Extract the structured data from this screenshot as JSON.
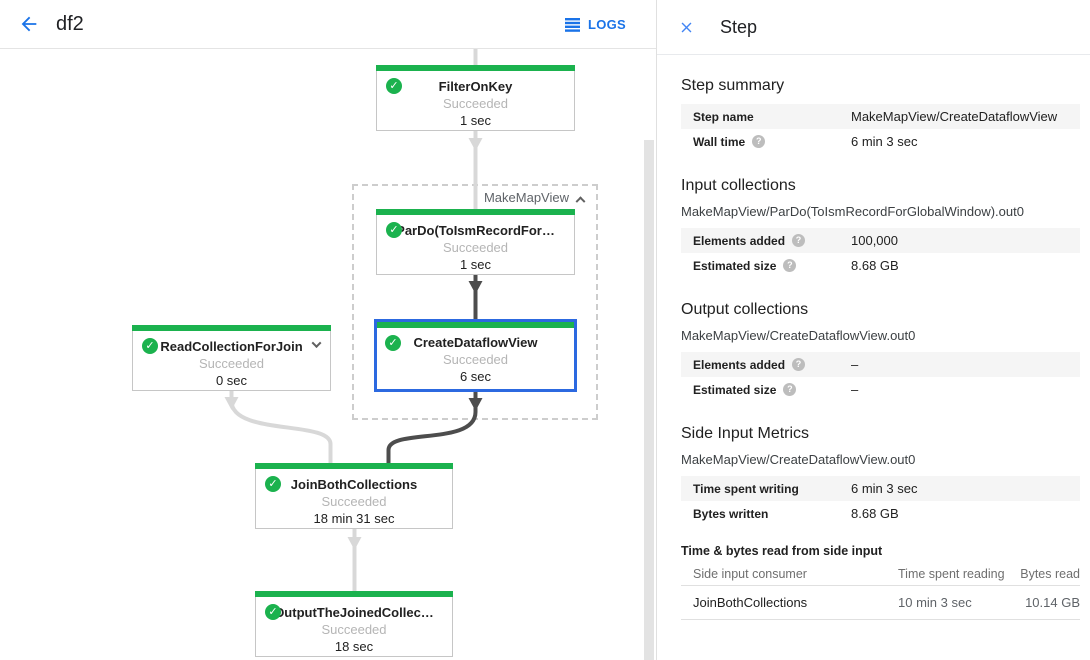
{
  "app": {
    "title": "df2",
    "logs_label": "LOGS"
  },
  "panel_header": {
    "title": "Step"
  },
  "graph": {
    "group": {
      "label": "MakeMapView"
    },
    "nodes": {
      "filter_on_key": {
        "title": "FilterOnKey",
        "status": "Succeeded",
        "time": "1 sec"
      },
      "pardo": {
        "title": "ParDo(ToIsmRecordFor…",
        "status": "Succeeded",
        "time": "1 sec"
      },
      "read_collection": {
        "title": "ReadCollectionForJoin",
        "status": "Succeeded",
        "time": "0 sec"
      },
      "create_dataflow_view": {
        "title": "CreateDataflowView",
        "status": "Succeeded",
        "time": "6 sec"
      },
      "join_both": {
        "title": "JoinBothCollections",
        "status": "Succeeded",
        "time": "18 min 31 sec"
      },
      "output_joined": {
        "title": "OutputTheJoinedCollec…",
        "status": "Succeeded",
        "time": "18 sec"
      }
    }
  },
  "details": {
    "step_summary": {
      "heading": "Step summary",
      "rows": [
        {
          "label": "Step name",
          "value": "MakeMapView/CreateDataflowView"
        },
        {
          "label": "Wall time",
          "value": "6 min 3 sec"
        }
      ]
    },
    "input_collections": {
      "heading": "Input collections",
      "subtitle": "MakeMapView/ParDo(ToIsmRecordForGlobalWindow).out0",
      "rows": [
        {
          "label": "Elements added",
          "value": "100,000"
        },
        {
          "label": "Estimated size",
          "value": "8.68 GB"
        }
      ]
    },
    "output_collections": {
      "heading": "Output collections",
      "subtitle": "MakeMapView/CreateDataflowView.out0",
      "rows": [
        {
          "label": "Elements added",
          "value": "–"
        },
        {
          "label": "Estimated size",
          "value": "–"
        }
      ]
    },
    "side_input_metrics": {
      "heading": "Side Input Metrics",
      "subtitle": "MakeMapView/CreateDataflowView.out0",
      "rows": [
        {
          "label": "Time spent writing",
          "value": "6 min 3 sec"
        },
        {
          "label": "Bytes written",
          "value": "8.68 GB"
        }
      ]
    },
    "side_input_table": {
      "heading": "Time & bytes read from side input",
      "columns": [
        "Side input consumer",
        "Time spent reading",
        "Bytes read"
      ],
      "rows": [
        [
          "JoinBothCollections",
          "10 min 3 sec",
          "10.14 GB"
        ]
      ]
    }
  },
  "colors": {
    "accent_blue": "#1a73e8",
    "selection_blue": "#2c69e0",
    "success_green": "#1bb24e",
    "edge_light": "#d8d8d8",
    "edge_dark": "#4d4d4d"
  }
}
